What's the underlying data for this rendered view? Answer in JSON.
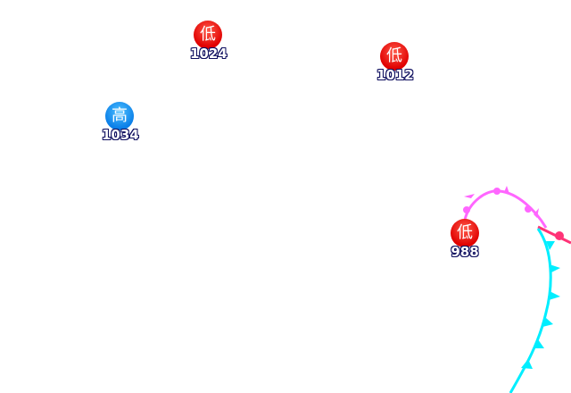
{
  "pressure_centers": [
    {
      "type_label": "低",
      "kind": "low",
      "value": "1024"
    },
    {
      "type_label": "低",
      "kind": "low",
      "value": "1012"
    },
    {
      "type_label": "高",
      "kind": "high",
      "value": "1034"
    },
    {
      "type_label": "低",
      "kind": "low",
      "value": "988"
    }
  ],
  "fronts": {
    "occluded_color": "#ff66ff",
    "warm_color": "#ff3377",
    "cold_color": "#00eeff"
  }
}
